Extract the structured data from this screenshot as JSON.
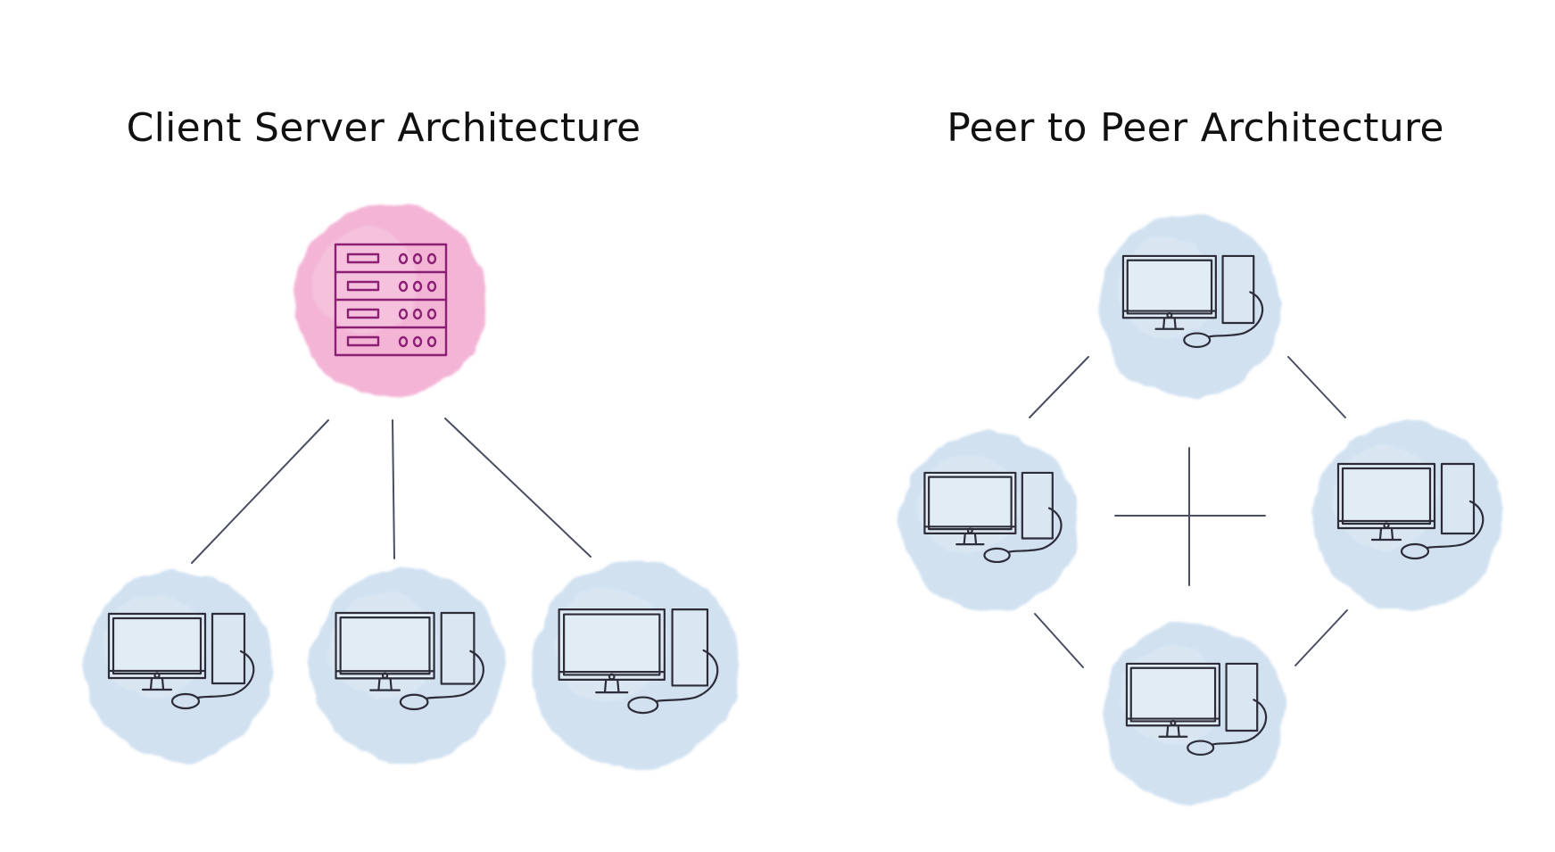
{
  "client_server": {
    "title": "Client Server Architecture",
    "hub": {
      "kind": "server",
      "icon": "server-rack-icon",
      "color": "#f2a7cf"
    },
    "nodes": [
      {
        "kind": "client",
        "icon": "desktop-computer-icon",
        "color": "#c9dcee"
      },
      {
        "kind": "client",
        "icon": "desktop-computer-icon",
        "color": "#c9dcee"
      },
      {
        "kind": "client",
        "icon": "desktop-computer-icon",
        "color": "#c9dcee"
      }
    ]
  },
  "peer_to_peer": {
    "title": "Peer to Peer Architecture",
    "nodes": [
      {
        "kind": "peer",
        "icon": "desktop-computer-icon",
        "color": "#c9dcee"
      },
      {
        "kind": "peer",
        "icon": "desktop-computer-icon",
        "color": "#c9dcee"
      },
      {
        "kind": "peer",
        "icon": "desktop-computer-icon",
        "color": "#c9dcee"
      },
      {
        "kind": "peer",
        "icon": "desktop-computer-icon",
        "color": "#c9dcee"
      }
    ]
  },
  "colors": {
    "line": "#4a4e63",
    "sketch": "#2d2d3a",
    "server_sketch": "#8a1f73"
  }
}
